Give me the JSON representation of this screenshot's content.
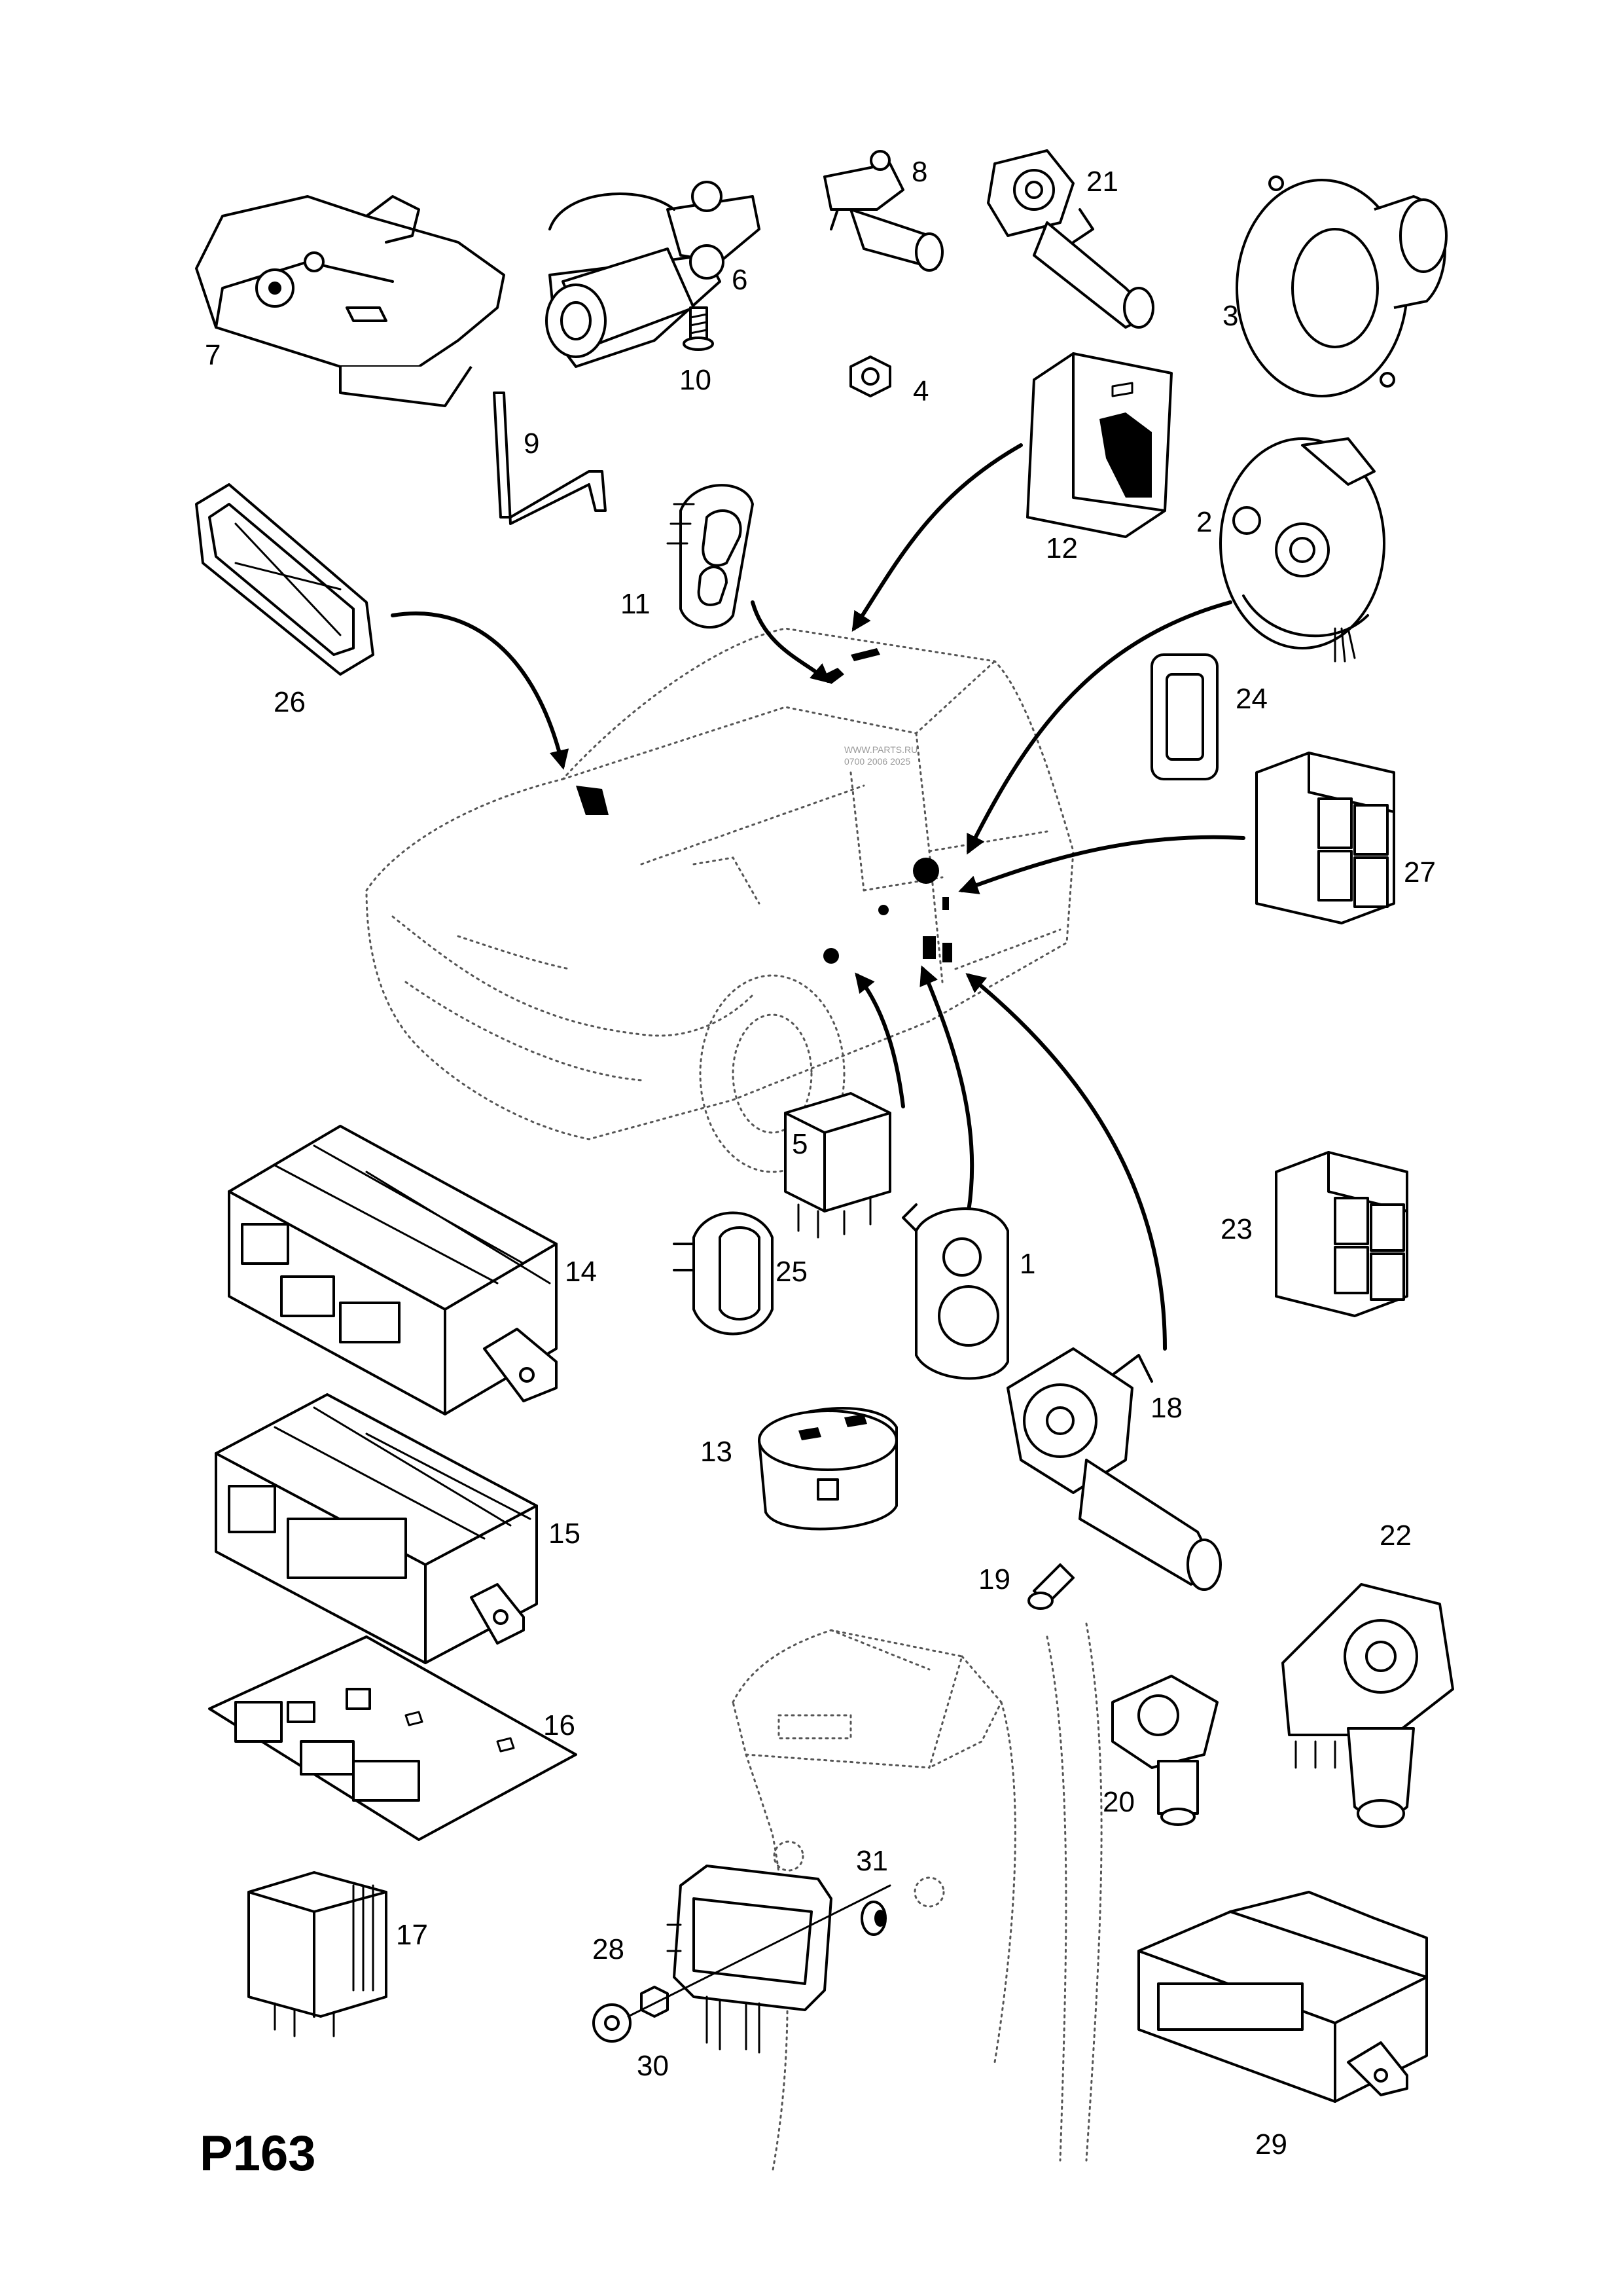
{
  "diagram": {
    "page_code": "P163",
    "watermark": [
      "WWW.PARTS.RU",
      "0700 2006 2025"
    ],
    "callouts": [
      "1",
      "2",
      "3",
      "4",
      "5",
      "6",
      "7",
      "8",
      "9",
      "10",
      "11",
      "12",
      "13",
      "14",
      "15",
      "16",
      "17",
      "18",
      "19",
      "20",
      "21",
      "22",
      "23",
      "24",
      "25",
      "26",
      "27",
      "28",
      "29",
      "30",
      "31"
    ]
  }
}
